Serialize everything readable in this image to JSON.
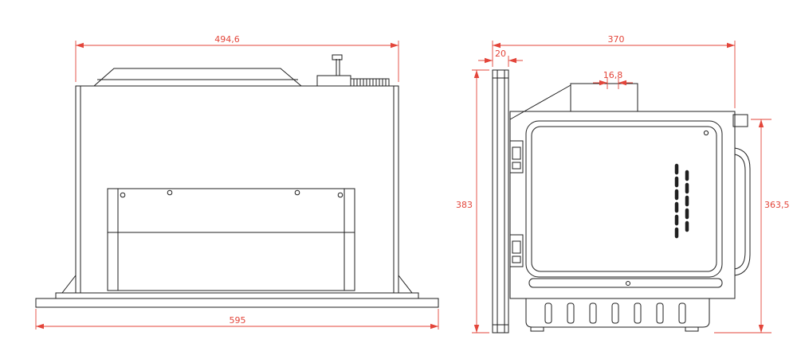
{
  "colors": {
    "line": "#1f1f1f",
    "dimension": "#e3453a",
    "background": "#ffffff"
  },
  "dimensions": {
    "left_view": {
      "top_width": "494,6",
      "base_width": "595"
    },
    "right_view": {
      "depth": "370",
      "frame_thickness": "20",
      "top_detail": "16,8",
      "overall_height": "383",
      "body_height": "363,5"
    }
  }
}
